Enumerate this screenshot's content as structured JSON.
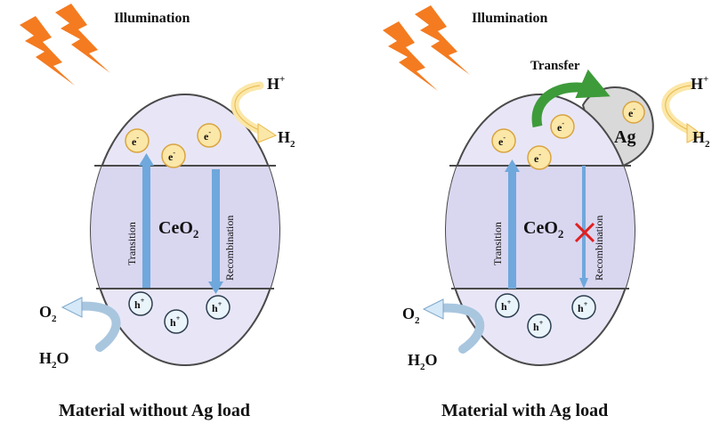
{
  "colors": {
    "particle_fill": "#e8e6f6",
    "particle_stroke": "#4a4a4a",
    "arrow_blue": "#6fa8dc",
    "lightning": "#f47b20",
    "electron_fill": "#fbe7a8",
    "electron_stroke": "#d9a441",
    "hole_fill": "#eaf4fb",
    "hole_stroke": "#2c3e50",
    "ag_fill": "#d9d9d9",
    "transfer_arrow": "#3e9b3a",
    "cross": "#e02020"
  },
  "panels": [
    {
      "illumination": "Illumination",
      "h_plus": "H",
      "h_plus_sup": "+",
      "h2": "H",
      "h2_sub": "2",
      "electron": "e",
      "electron_sup": "-",
      "hole": "h",
      "hole_sup": "+",
      "material": "CeO",
      "material_sub": "2",
      "transition": "Transition",
      "recombination": "Recombination",
      "o2": "O",
      "o2_sub": "2",
      "h2o_h": "H",
      "h2o_sub": "2",
      "h2o_o": "O",
      "caption": "Material without Ag load"
    },
    {
      "illumination": "Illumination",
      "transfer": "Transfer",
      "ag": "Ag",
      "h_plus": "H",
      "h_plus_sup": "+",
      "h2": "H",
      "h2_sub": "2",
      "electron": "e",
      "electron_sup": "-",
      "hole": "h",
      "hole_sup": "+",
      "material": "CeO",
      "material_sub": "2",
      "transition": "Transition",
      "recombination": "Recombination",
      "o2": "O",
      "o2_sub": "2",
      "h2o_h": "H",
      "h2o_sub": "2",
      "h2o_o": "O",
      "caption": "Material with Ag load"
    }
  ]
}
